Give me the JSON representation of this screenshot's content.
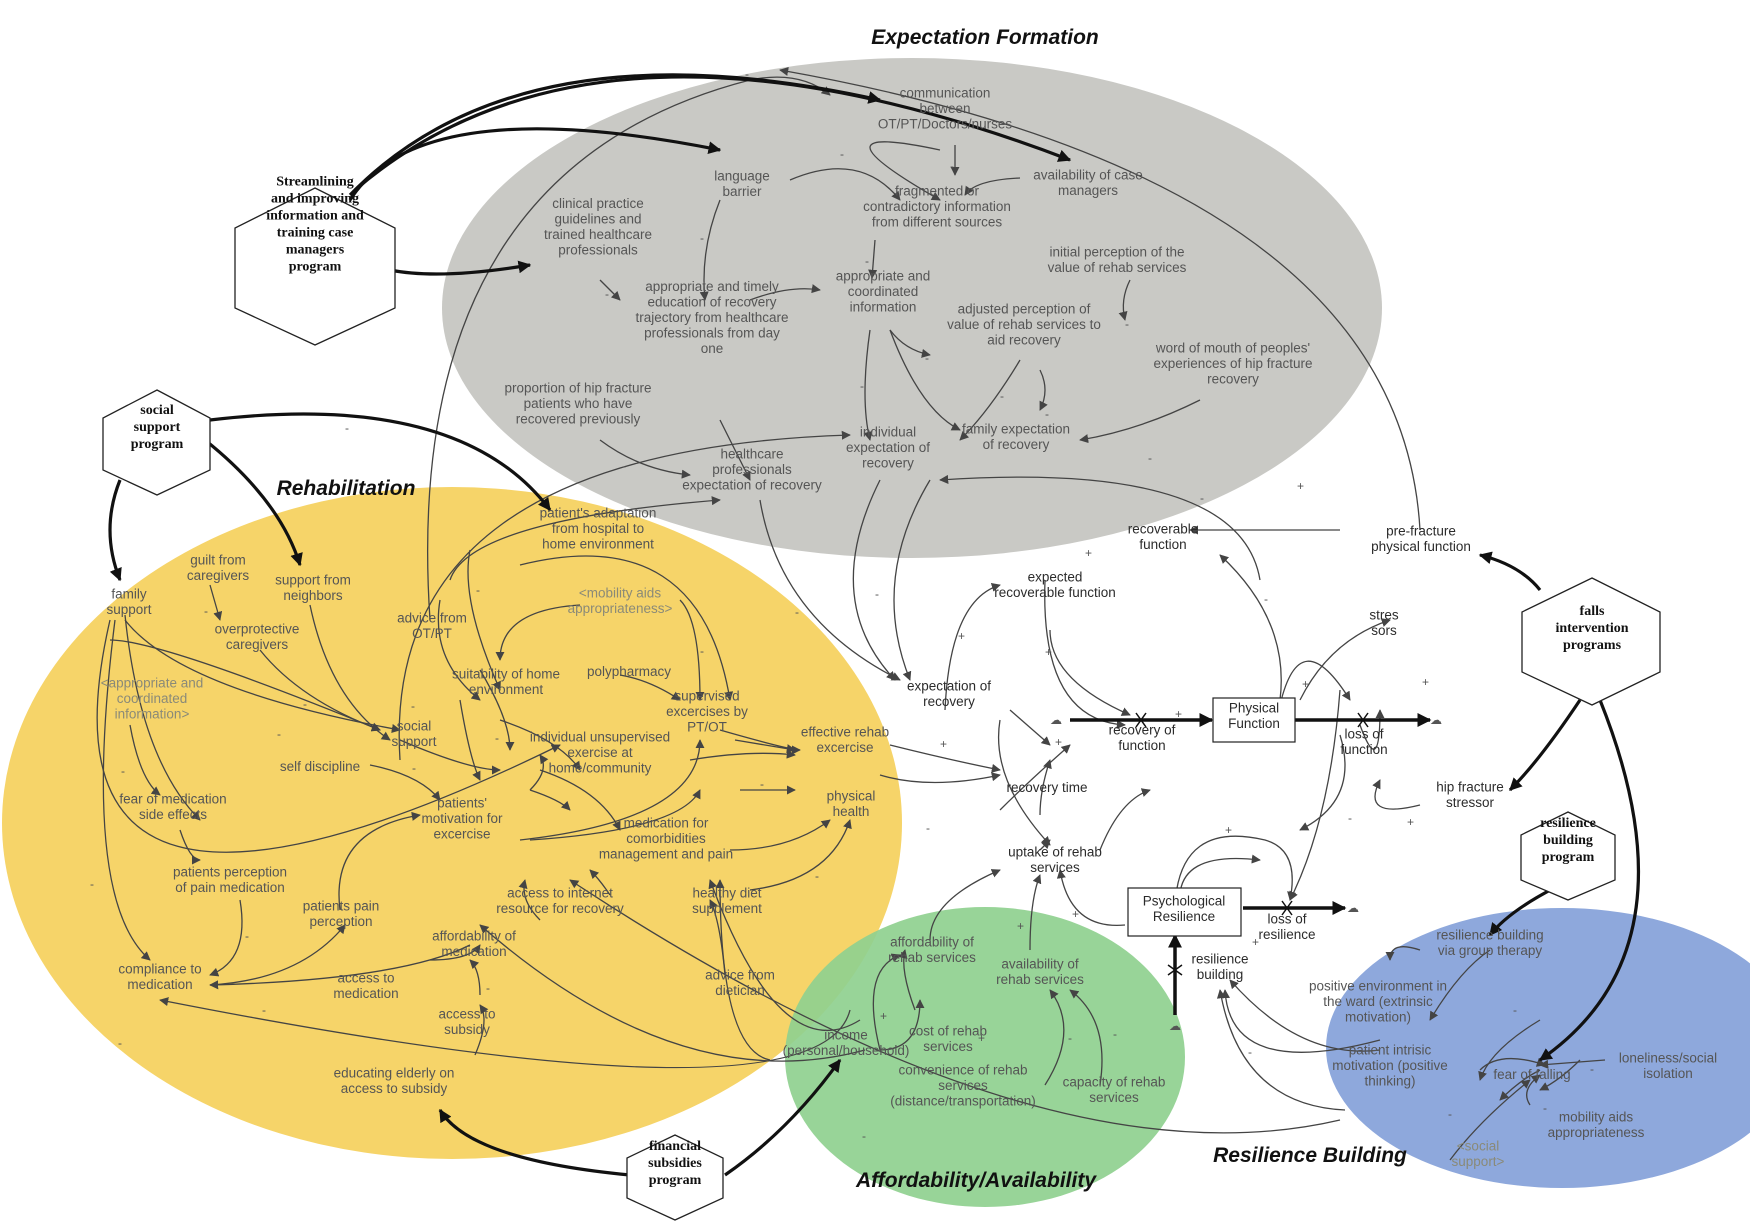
{
  "sections": {
    "expectation": "Expectation Formation",
    "rehabilitation": "Rehabilitation",
    "affordability": "Affordability/Availability",
    "resilience": "Resilience Building"
  },
  "programs": {
    "streamlining": [
      "Streamlining",
      "and improving",
      "information and",
      "training case",
      "managers",
      "program"
    ],
    "social_support": [
      "social",
      "support",
      "program"
    ],
    "falls": [
      "falls",
      "intervention",
      "programs"
    ],
    "resilience_building": [
      "resilience",
      "building",
      "program"
    ],
    "financial": [
      "financial",
      "subsidies",
      "program"
    ]
  },
  "stocks": {
    "physical_function": [
      "Physical",
      "Function"
    ],
    "psychological_resilience": [
      "Psychological",
      "Resilience"
    ]
  },
  "variables": {
    "communication": [
      "communication",
      "between",
      "OT/PT/Doctors/nurses"
    ],
    "language_barrier": [
      "language",
      "barrier"
    ],
    "availability_case_managers": [
      "availability of case",
      "managers"
    ],
    "fragmented_info": [
      "fragmented or",
      "contradictory information",
      "from different sources"
    ],
    "clinical_guidelines": [
      "clinical practice",
      "guidelines and",
      "trained healthcare",
      "professionals"
    ],
    "initial_perception": [
      "initial perception of the",
      "value of rehab services"
    ],
    "appropriate_info": [
      "appropriate and",
      "coordinated",
      "information"
    ],
    "appropriate_education": [
      "appropriate and timely",
      "education of recovery",
      "trajectory from healthcare",
      "professionals from day",
      "one"
    ],
    "adjusted_perception": [
      "adjusted perception of",
      "value of rehab services to",
      "aid recovery"
    ],
    "word_of_mouth": [
      "word of mouth of peoples'",
      "experiences of hip fracture",
      "recovery"
    ],
    "proportion_recovered": [
      "proportion of hip fracture",
      "patients who have",
      "recovered previously"
    ],
    "family_expectation": [
      "family expectation",
      "of recovery"
    ],
    "individual_expectation": [
      "individual",
      "expectation of",
      "recovery"
    ],
    "hcp_expectation": [
      "healthcare",
      "professionals",
      "expectation of recovery"
    ],
    "adaptation": [
      "patient's adaptation",
      "from hospital to",
      "home environment"
    ],
    "guilt": [
      "guilt from",
      "caregivers"
    ],
    "support_neighbors": [
      "support from",
      "neighbors"
    ],
    "family_support": [
      "family",
      "support"
    ],
    "overprotective": [
      "overprotective",
      "caregivers"
    ],
    "advice_otpt": [
      "advice from",
      "OT/PT"
    ],
    "mobility_aids_shadow": [
      "<mobility aids",
      "appropriateness>"
    ],
    "approp_info_shadow": [
      "<appropriate and",
      "coordinated",
      "information>"
    ],
    "suitability_home": [
      "suitability of home",
      "environment"
    ],
    "polypharmacy": [
      "polypharmacy"
    ],
    "supervised_exercises": [
      "supervised",
      "excercises by",
      "PT/OT"
    ],
    "social_support": [
      "social",
      "support"
    ],
    "effective_rehab": [
      "effective rehab",
      "excercise"
    ],
    "self_discipline": [
      "self discipline"
    ],
    "unsupervised_exercise": [
      "individual unsupervised",
      "exercise at",
      "home/community"
    ],
    "fear_medication": [
      "fear of medication",
      "side effects"
    ],
    "motivation_exercise": [
      "patients'",
      "motivation for",
      "excercise"
    ],
    "physical_health": [
      "physical",
      "health"
    ],
    "medication_comorbidities": [
      "medication for",
      "comorbidities",
      "management and pain"
    ],
    "pain_perception_medication": [
      "patients perception",
      "of pain medication"
    ],
    "pain_perception": [
      "patients pain",
      "perception"
    ],
    "internet_access": [
      "access to internet",
      "resource for recovery"
    ],
    "healthy_diet": [
      "healthy diet",
      "supplement"
    ],
    "affordability_medication": [
      "affordability of",
      "medication"
    ],
    "compliance": [
      "compliance to",
      "medication"
    ],
    "access_medication": [
      "access to",
      "medication"
    ],
    "advice_dietician": [
      "advice from",
      "dietician"
    ],
    "access_subsidy": [
      "access to",
      "subsidy"
    ],
    "educating_elderly": [
      "educating elderly on",
      "access to subsidy"
    ],
    "recoverable_function": [
      "recoverable",
      "function"
    ],
    "pre_fracture": [
      "pre-fracture",
      "physical function"
    ],
    "expected_recoverable": [
      "expected",
      "recoverable function"
    ],
    "stressors": [
      "stres",
      "sors"
    ],
    "expectation_recovery": [
      "expectation of",
      "recovery"
    ],
    "recovery_of_function": [
      "recovery of",
      "function"
    ],
    "loss_of_function": [
      "loss of",
      "function"
    ],
    "recovery_time": [
      "recovery time"
    ],
    "hip_fracture_stressor": [
      "hip fracture",
      "stressor"
    ],
    "uptake_rehab": [
      "uptake of rehab",
      "services"
    ],
    "loss_resilience": [
      "loss of",
      "resilience"
    ],
    "resilience_building_flow": [
      "resilience",
      "building"
    ],
    "affordability_rehab": [
      "affordability of",
      "rehab services"
    ],
    "availability_rehab": [
      "availability of",
      "rehab services"
    ],
    "income": [
      "income",
      "(personal/household)"
    ],
    "cost_rehab": [
      "cost of rehab",
      "services"
    ],
    "convenience_rehab": [
      "convenience of rehab",
      "services",
      "(distance/transportation)"
    ],
    "capacity_rehab": [
      "capacity of rehab",
      "services"
    ],
    "group_therapy": [
      "resilience building",
      "via group therapy"
    ],
    "positive_environment": [
      "positive environment in",
      "the ward (extrinsic",
      "motivation)"
    ],
    "intrinsic_motivation": [
      "patient intrisic",
      "motivation (positive",
      "thinking)"
    ],
    "fear_falling": [
      "fear of falling"
    ],
    "loneliness": [
      "loneliness/social",
      "isolation"
    ],
    "mobility_aids": [
      "mobility aids",
      "appropriateness"
    ],
    "social_support_shadow": [
      "<social",
      "support>"
    ]
  },
  "signs": {
    "plus": "+",
    "minus": "-"
  },
  "colors": {
    "expectation": "#c9c9c5",
    "rehabilitation": "#f6d469",
    "affordability": "#8fd08f",
    "resilience": "#8ea8dc"
  }
}
